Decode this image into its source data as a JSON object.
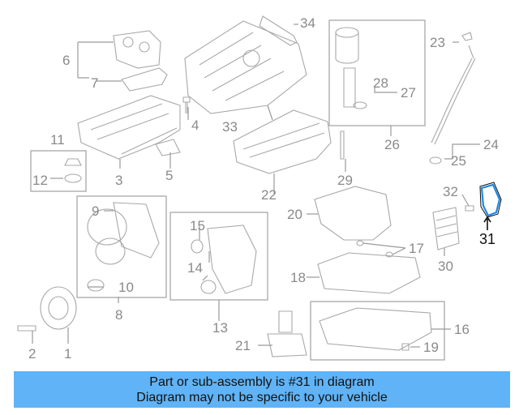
{
  "callouts": {
    "c1": "1",
    "c2": "2",
    "c3": "3",
    "c4": "4",
    "c5": "5",
    "c6": "6",
    "c7": "7",
    "c8": "8",
    "c9": "9",
    "c10": "10",
    "c11": "11",
    "c12": "12",
    "c13": "13",
    "c14": "14",
    "c15": "15",
    "c16": "16",
    "c17": "17",
    "c18": "18",
    "c19": "19",
    "c20": "20",
    "c21": "21",
    "c22": "22",
    "c23": "23",
    "c24": "24",
    "c25": "25",
    "c26": "26",
    "c27": "27",
    "c28": "28",
    "c29": "29",
    "c30": "30",
    "c31": "31",
    "c32": "32",
    "c33": "33",
    "c34": "34"
  },
  "highlight": {
    "part": "31",
    "color": "#1e88e5"
  },
  "banner": {
    "line1": "Part or sub-assembly is #31 in diagram",
    "line2": "Diagram may not be specific to your vehicle",
    "background": "#5fb3f6"
  }
}
